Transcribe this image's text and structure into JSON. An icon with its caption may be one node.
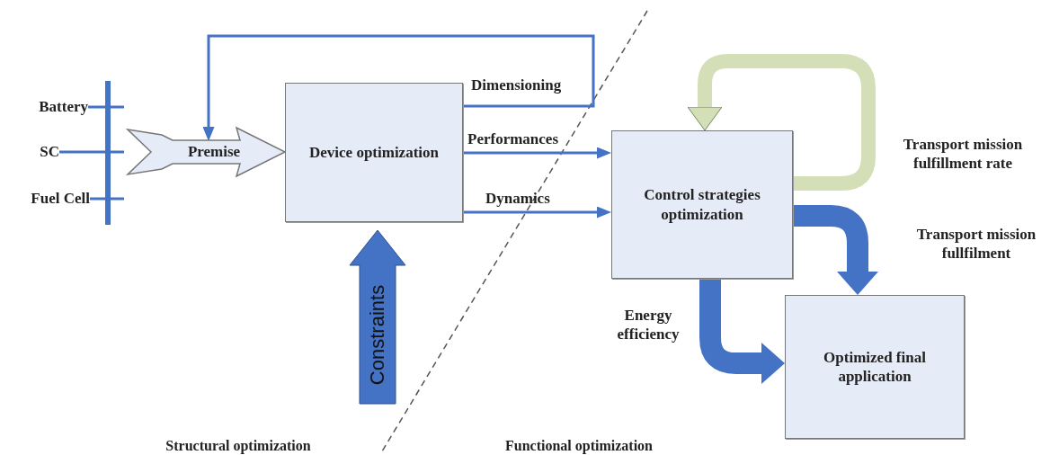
{
  "diagram": {
    "nodes": [
      {
        "text": [
          "Battery"
        ]
      },
      {
        "text": [
          "SC"
        ]
      },
      {
        "text": [
          "Fuel Cell"
        ]
      },
      {
        "text": [],
        "shape": "bar"
      },
      {
        "text": [
          "Premise"
        ]
      },
      {
        "text": [
          "Device optimization"
        ]
      },
      {
        "text": [
          "Control strategies optimization"
        ]
      },
      {
        "text": [
          "Optimized final application"
        ]
      },
      {
        "text": [
          "Constraints"
        ]
      }
    ],
    "edges": [
      {
        "from": 0,
        "to": 3,
        "arrow": "none"
      },
      {
        "from": 1,
        "to": 3,
        "arrow": "none"
      },
      {
        "from": 2,
        "to": 3,
        "arrow": "none"
      },
      {
        "from": 5,
        "to": 4,
        "arrow": "to",
        "label": "Dimensioning"
      },
      {
        "from": 5,
        "to": 6,
        "arrow": "to",
        "label": "Performances"
      },
      {
        "from": 5,
        "to": 6,
        "arrow": "to",
        "label": "Dynamics"
      },
      {
        "from": 6,
        "to": 6,
        "arrow": "to",
        "label": "Transport mission fulfillment rate",
        "style": "thick",
        "color": "#d4dfb8"
      },
      {
        "from": 6,
        "to": 7,
        "arrow": "to",
        "label": "Transport mission fullfilment",
        "style": "thick"
      },
      {
        "from": 6,
        "to": 7,
        "arrow": "to",
        "label": "Energy efficiency",
        "style": "thick"
      },
      {
        "from": 3,
        "to": 5,
        "arrow": "to",
        "style": "thick",
        "color": "#e6ecf7"
      }
    ],
    "labels": [
      "Structural optimization",
      "Functional optimization"
    ]
  }
}
